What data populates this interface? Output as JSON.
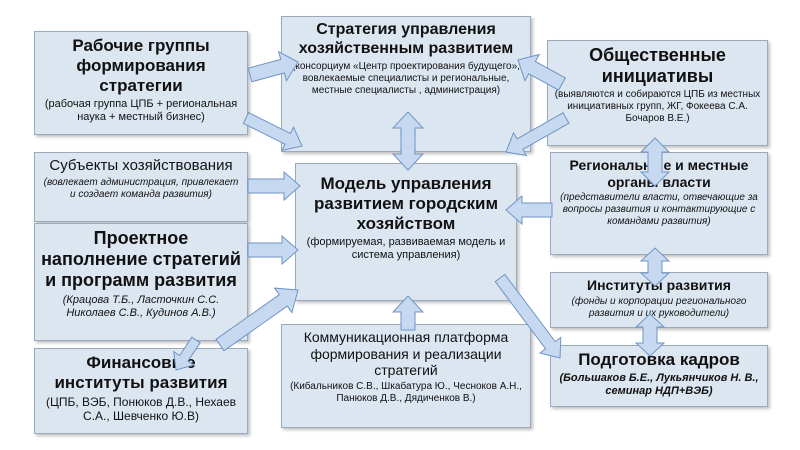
{
  "boxes": {
    "working_groups": {
      "title": "Рабочие группы формирования стратегии",
      "subtitle": "(рабочая группа ЦПБ + региональная наука + местный бизнес)"
    },
    "strategy": {
      "title": "Стратегия управления хозяйственным развитием",
      "subtitle": "(консорциум «Центр проектирования будущего», вовлекаемые специалисты и региональные, местные специалисты , администрация)"
    },
    "public_initiatives": {
      "title": "Общественные инициативы",
      "subtitle": "(выявляются и собираются ЦПБ из местных инициативных групп, ЖГ, Фокеева С.А. Бочаров В.Е.)"
    },
    "economic_entities": {
      "title": "Субъекты хозяйствования",
      "subtitle": "(вовлекает администрация, привлекает и создает команда развития)"
    },
    "regional_authorities": {
      "title": "Региональные и местные органы власти",
      "subtitle": "(представители власти, отвечающие за вопросы развития и контактирующие с командами развития)"
    },
    "model": {
      "title": "Модель управления развитием городским хозяйством",
      "subtitle": "(формируемая, развиваемая модель и система управления)"
    },
    "project_content": {
      "title": "Проектное наполнение стратегий и программ развития",
      "subtitle": "(Крацова Т.Б., Ласточкин С.С. Николаев С.В., Кудинов А.В.)"
    },
    "dev_institutions": {
      "title": "Институты развития",
      "subtitle": "(фонды и корпорации регионального развития и их руководители)"
    },
    "fin_institutions": {
      "title": "Финансовые институты развития",
      "subtitle": "(ЦПБ, ВЭБ, Понюков Д.В., Нехаев С.А., Шевченко Ю.В)"
    },
    "communication": {
      "title": "Коммуникационная платформа формирования и реализации стратегий",
      "subtitle": "(Кибальников С.В., Шкабатура Ю., Чесноков А.Н., Панюков Д.В., Дядиченков В.)"
    },
    "personnel": {
      "title": "Подготовка кадров",
      "subtitle": "(Большаков Б.Е., Лукьянчиков Н. В., семинар НДП+ВЭБ)"
    }
  },
  "colors": {
    "box_fill": "#dce6f1",
    "box_border": "#9aaabb",
    "arrow_fill": "#c6d9f1",
    "arrow_stroke": "#6f95c4"
  }
}
